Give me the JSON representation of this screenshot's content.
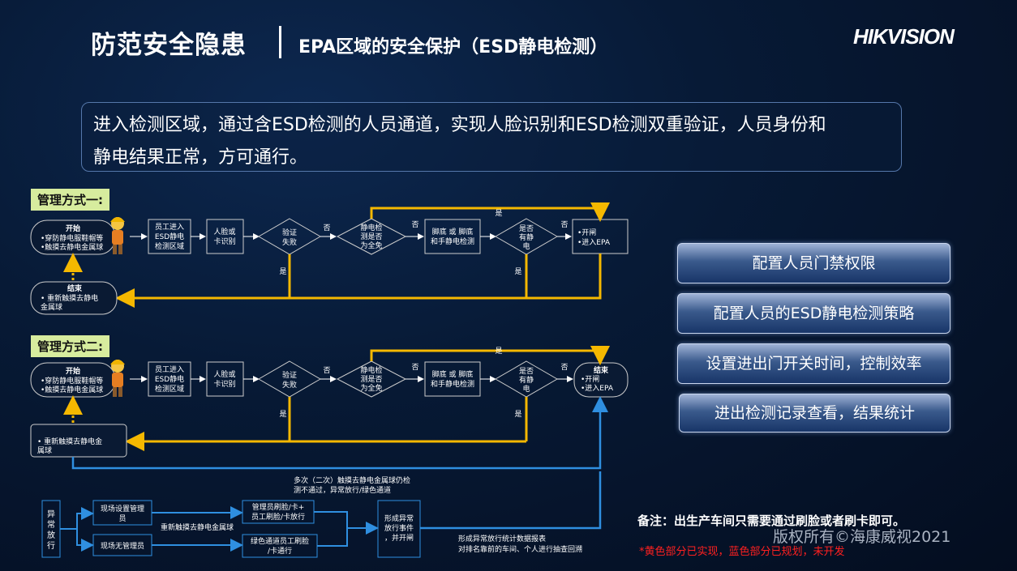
{
  "header": {
    "title": "防范安全隐患",
    "subtitle": "EPA区域的安全保护（ESD静电检测）",
    "logo": "HIKVISION"
  },
  "intro": {
    "line1": "进入检测区域，通过含ESD检测的人员通道，实现人脸识别和ESD检测双重验证，人员身份和",
    "line2": "静电结果正常，方可通行。"
  },
  "mode1": {
    "label": "管理方式一:",
    "start_title": "开始",
    "start_line1": "•穿防静电服鞋帽等",
    "start_line2": "•触摸去静电金属球",
    "step1_l1": "员工进入",
    "step1_l2": "ESD静电",
    "step1_l3": "检测区域",
    "step2_l1": "人脸或",
    "step2_l2": "卡识别",
    "d1_l1": "验证",
    "d1_l2": "失败",
    "d2_l1": "静电检",
    "d2_l2": "测是否",
    "d2_l3": "为全免",
    "step3_l1": "脚底 或 脚底",
    "step3_l2": "和手静电检测",
    "d3_l1": "是否",
    "d3_l2": "有静",
    "d3_l3": "电",
    "end_l1": "•开闸",
    "end_l2": "•进入EPA",
    "yes": "是",
    "no": "否",
    "finish_title": "结束",
    "finish_l1": "•  重新触摸去静电",
    "finish_l2": "金属球"
  },
  "mode2": {
    "label": "管理方式二:",
    "start_title": "开始",
    "start_line1": "•穿防静电服鞋帽等",
    "start_line2": "•触摸去静电金属球",
    "step1_l1": "员工进入",
    "step1_l2": "ESD静电",
    "step1_l3": "检测区域",
    "step2_l1": "人脸或",
    "step2_l2": "卡识别",
    "d1_l1": "验证",
    "d1_l2": "失败",
    "d2_l1": "静电检",
    "d2_l2": "测是否",
    "d2_l3": "为全免",
    "step3_l1": "脚底 或 脚底",
    "step3_l2": "和手静电检测",
    "d3_l1": "是否",
    "d3_l2": "有静",
    "d3_l3": "电",
    "end_title": "结束",
    "end_l1": "•开闸",
    "end_l2": "•进入EPA",
    "yes": "是",
    "no": "否",
    "retouch_l1": "•  重新触摸去静电金",
    "retouch_l2": "属球",
    "multi_l1": "多次（二次）触摸去静电金属球仍检",
    "multi_l2": "测不通过，异常放行/绿色通道"
  },
  "exception": {
    "side_label": [
      "异",
      "常",
      "放",
      "行"
    ],
    "admin_l1": "现场设置管理",
    "admin_l2": "员",
    "noadmin": "现场无管理员",
    "admin_action_l1": "管理员刷脸/卡+",
    "admin_action_l2": "员工刷脸/卡放行",
    "green_l1": "绿色通道员工刷脸",
    "green_l2": "/卡通行",
    "retouch": "重新触摸去静电金属球",
    "event_l1": "形成异常",
    "event_l2": "放行事件",
    "event_l3": "，并开闸",
    "report_l1": "形成异常放行统计数据报表",
    "report_l2": "对排名靠前的车间、个人进行抽查回溯"
  },
  "features": [
    "配置人员门禁权限",
    "配置人员的ESD静电检测策略",
    "设置进出门开关时间，控制效率",
    "进出检测记录查看，结果统计"
  ],
  "notes": {
    "remark": "备注：出生产车间只需要通过刷脸或者刷卡即可。",
    "legend": "*黄色部分已实现，蓝色部分已规划，未开发",
    "copyright": "版权所有©海康威视2021"
  },
  "colors": {
    "yellow_flow": "#f5b800",
    "blue_flow": "#2f8fe0",
    "mode_label_bg": "#d7ec9e",
    "note_red": "#ff2020"
  }
}
